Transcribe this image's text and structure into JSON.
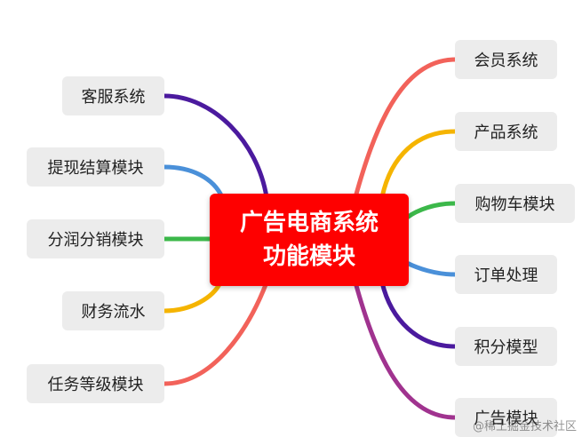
{
  "center": {
    "line1": "广告电商系统",
    "line2": "功能模块",
    "color": "#fe0000"
  },
  "left_nodes": [
    {
      "label": "客服系统",
      "color": "#4b1a9e"
    },
    {
      "label": "提现结算模块",
      "color": "#4a90d9"
    },
    {
      "label": "分润分销模块",
      "color": "#3cb84a"
    },
    {
      "label": "财务流水",
      "color": "#f5b400"
    },
    {
      "label": "任务等级模块",
      "color": "#f2625a"
    }
  ],
  "right_nodes": [
    {
      "label": "会员系统",
      "color": "#f2625a"
    },
    {
      "label": "产品系统",
      "color": "#f5b400"
    },
    {
      "label": "购物车模块",
      "color": "#3cb84a"
    },
    {
      "label": "订单处理",
      "color": "#4a90d9"
    },
    {
      "label": "积分模型",
      "color": "#4b1a9e"
    },
    {
      "label": "广告模块",
      "color": "#a0338f"
    }
  ],
  "watermark": "@稀土掘金技术社区"
}
